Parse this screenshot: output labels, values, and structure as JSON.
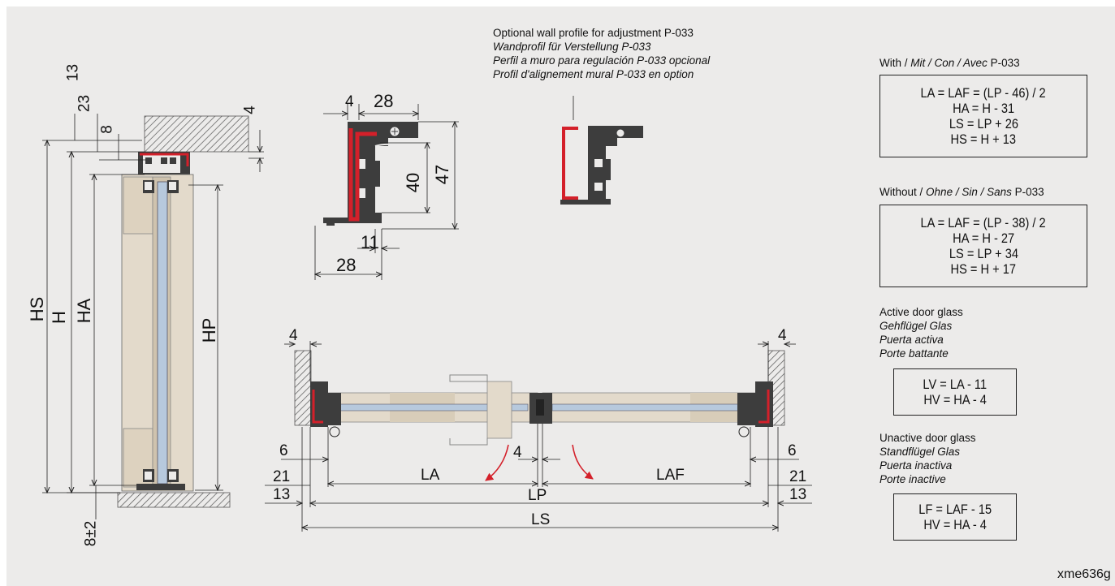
{
  "colors": {
    "background": "#ecebea",
    "profile_grey": "#3d3d3d",
    "seal_red": "#d4202a",
    "glass_blue": "#b7c9dd",
    "panel_beige": "#e3dacb",
    "arrow_red": "#d4202a"
  },
  "optional_profile": {
    "line_en": "Optional wall profile for adjustment P-033",
    "line_de": "Wandprofil für Verstellung P-033",
    "line_es": "Perfil a muro para regulación P-033 opcional",
    "line_fr": "Profil d'alignement mural P-033 en option"
  },
  "with_p033": {
    "header_prefix": "With /",
    "header_lang": "Mit / Con / Avec",
    "header_suffix": "P-033",
    "formulas": [
      "LA = LAF = (LP - 46) / 2",
      "HA = H - 31",
      "LS = LP + 26",
      "HS = H + 13"
    ]
  },
  "without_p033": {
    "header_prefix": "Without /",
    "header_lang": "Ohne / Sin / Sans",
    "header_suffix": "P-033",
    "formulas": [
      "LA = LAF = (LP - 38) / 2",
      "HA = H - 27",
      "LS = LP + 34",
      "HS = H + 17"
    ]
  },
  "active_glass": {
    "title_en": "Active door glass",
    "title_de": "Gehflügel Glas",
    "title_es": "Puerta activa",
    "title_fr": "Porte battante",
    "formulas": [
      "LV = LA - 11",
      "HV = HA - 4"
    ]
  },
  "unactive_glass": {
    "title_en": "Unactive door glass",
    "title_de": "Standflügel Glas",
    "title_es": "Puerta inactiva",
    "title_fr": "Porte inactive",
    "formulas": [
      "LF = LAF - 15",
      "HV = HA - 4"
    ]
  },
  "elevation_dims": {
    "top_13": "13",
    "top_23": "23",
    "top_8": "8",
    "top_4": "4",
    "bottom": "8±2",
    "hs": "HS",
    "h": "H",
    "ha": "HA",
    "hp": "HP"
  },
  "profile_dims": {
    "d4": "4",
    "d28_top": "28",
    "d40": "40",
    "d47": "47",
    "d11": "11",
    "d28_bottom": "28"
  },
  "plan_dims": {
    "left_4": "4",
    "right_4": "4",
    "left_6": "6",
    "right_6": "6",
    "left_21": "21",
    "right_21": "21",
    "left_13": "13",
    "right_13": "13",
    "center_4": "4",
    "la": "LA",
    "laf": "LAF",
    "lp": "LP",
    "ls": "LS"
  },
  "drawing_code": "xme636g"
}
